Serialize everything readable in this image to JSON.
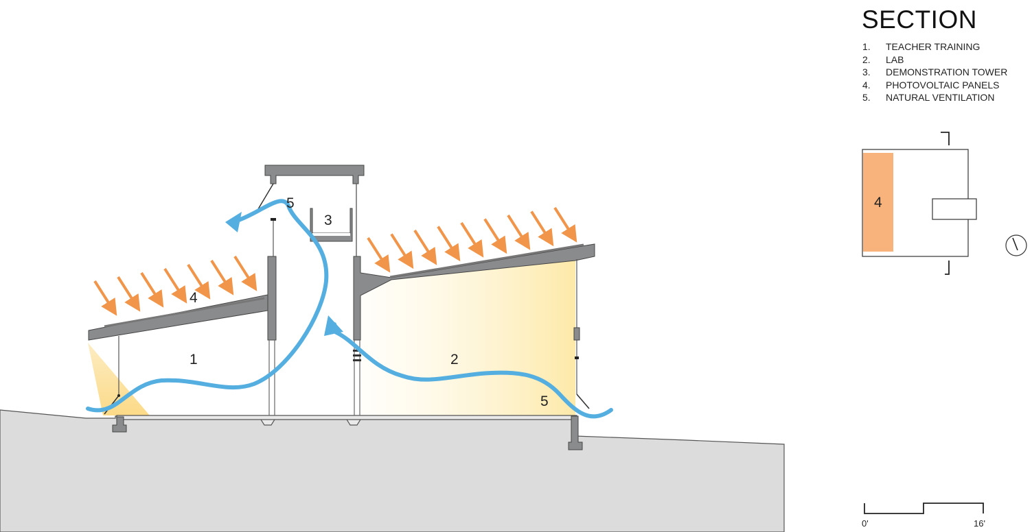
{
  "title": "SECTION",
  "legend": [
    {
      "num": "1.",
      "label": "TEACHER TRAINING"
    },
    {
      "num": "2.",
      "label": "LAB"
    },
    {
      "num": "3.",
      "label": "DEMONSTRATION TOWER"
    },
    {
      "num": "4.",
      "label": "PHOTOVOLTAIC PANELS"
    },
    {
      "num": "5.",
      "label": "NATURAL VENTILATION"
    }
  ],
  "labels": {
    "space_1": "1",
    "space_2": "2",
    "tower_3": "3",
    "pv_4": "4",
    "vent_5_top": "5",
    "vent_5_bottom": "5",
    "keyplan_4": "4"
  },
  "scale": {
    "start": "0'",
    "end": "16'"
  },
  "colors": {
    "ground": "#dcdcdd",
    "structure": "#8a8b8d",
    "ventilation": "#55aee0",
    "solar_arrow": "#f0954a",
    "daylight": "#fde8a6",
    "pv_keyplan": "#f8b37c"
  }
}
